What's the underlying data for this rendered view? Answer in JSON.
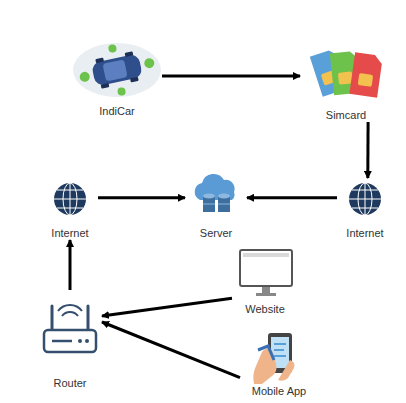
{
  "diagram": {
    "nodes": [
      {
        "text": [
          "IndiCar"
        ]
      },
      {
        "text": [
          "Simcard"
        ]
      },
      {
        "text": [
          "Internet"
        ]
      },
      {
        "text": [
          "Server"
        ]
      },
      {
        "text": [
          "Internet"
        ]
      },
      {
        "text": [
          "Router"
        ]
      },
      {
        "text": [
          "Website"
        ]
      },
      {
        "text": [
          "Mobile App"
        ]
      }
    ],
    "edges": [
      {
        "from": 0,
        "to": 1,
        "arrow": "to"
      },
      {
        "from": 1,
        "to": 4,
        "arrow": "to"
      },
      {
        "from": 4,
        "to": 3,
        "arrow": "to"
      },
      {
        "from": 2,
        "to": 3,
        "arrow": "to"
      },
      {
        "from": 5,
        "to": 2,
        "arrow": "to"
      },
      {
        "from": 6,
        "to": 5,
        "arrow": "to"
      },
      {
        "from": 7,
        "to": 5,
        "arrow": "to"
      }
    ]
  }
}
